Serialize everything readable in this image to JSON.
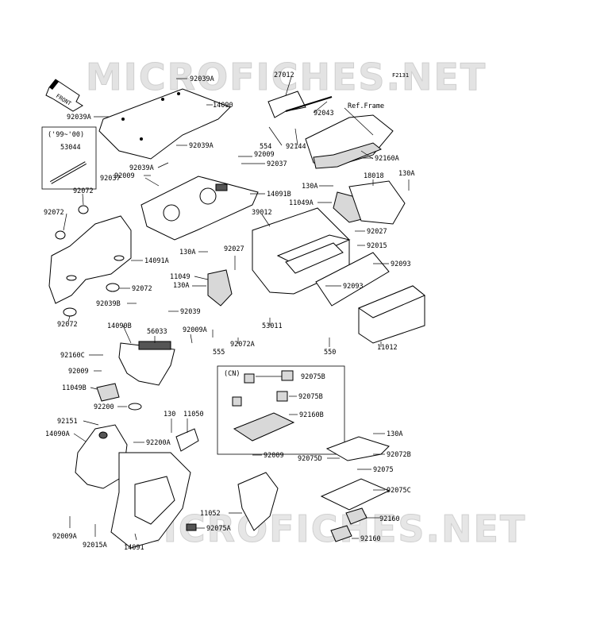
{
  "watermark": "MICROFICHES.NET",
  "figure_code": "F2131",
  "front_label": "FRONT",
  "ref_frame": "Ref.Frame",
  "year_note": "('99~'00)",
  "cn_note": "(CN)",
  "labels": {
    "l92039A_top": "92039A",
    "l14090": "14090",
    "l92039A_left": "92039A",
    "l92039A_mid": "92039A",
    "l92039A_low": "92039A",
    "l27012": "27012",
    "l92043": "92043",
    "l554": "554",
    "l92144": "92144",
    "l92009_a": "92009",
    "l92037_a": "92037",
    "l92009_b": "92009",
    "l92037_b": "92037",
    "l14091B": "14091B",
    "l53044": "53044",
    "l92072_a": "92072",
    "l92072_b": "92072",
    "l39012": "39012",
    "l14091A": "14091A",
    "l130A_a": "130A",
    "l92027_a": "92027",
    "l11049": "11049",
    "l130A_b": "130A",
    "l92072_c": "92072",
    "l92039B": "92039B",
    "l92039": "92039",
    "l92072_d": "92072",
    "l14090B": "14090B",
    "l56033": "56033",
    "l92009A_a": "92009A",
    "l92160C": "92160C",
    "l92009_c": "92009",
    "l11049B": "11049B",
    "l92200": "92200",
    "l92151": "92151",
    "l14090A": "14090A",
    "l92200A": "92200A",
    "l130": "130",
    "l11050": "11050",
    "l92160A": "92160A",
    "l18018": "18018",
    "l130A_c": "130A",
    "l130A_d": "130A",
    "l11049A": "11049A",
    "l92027_b": "92027",
    "l92015": "92015",
    "l92093_a": "92093",
    "l92093_b": "92093",
    "l53011": "53011",
    "l555": "555",
    "l92072A": "92072A",
    "l550": "550",
    "l11012": "11012",
    "l92075B_a": "92075B",
    "l92075B_b": "92075B",
    "l92160B": "92160B",
    "l130A_e": "130A",
    "l92009_d": "92009",
    "l92075D": "92075D",
    "l92072B": "92072B",
    "l92075": "92075",
    "l92075C": "92075C",
    "l11052": "11052",
    "l92160_a": "92160",
    "l92160_b": "92160",
    "l92075A": "92075A",
    "l92009A_b": "92009A",
    "l92015A": "92015A",
    "l14091": "14091"
  }
}
